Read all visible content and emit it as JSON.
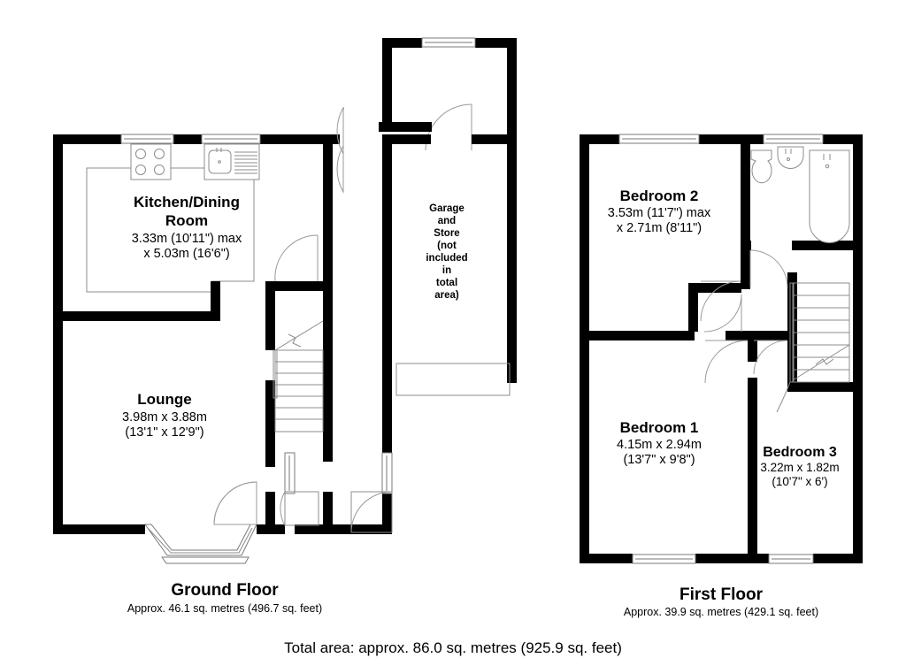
{
  "document": {
    "type": "floor-plan",
    "background_color": "#ffffff",
    "wall_color": "#000000",
    "fixture_stroke_color": "#8c8c8c"
  },
  "total": {
    "text": "Total area: approx. 86.0 sq. metres (925.9 sq. feet)"
  },
  "floors": [
    {
      "id": "ground",
      "title": "Ground Floor",
      "subtitle": "Approx. 46.1 sq. metres (496.7 sq. feet)",
      "rooms": [
        {
          "id": "kitchen-dining",
          "name_line1": "Kitchen/Dining",
          "name_line2": "Room",
          "dim_line1": "3.33m (10'11\") max",
          "dim_line2": "x 5.03m (16'6\")"
        },
        {
          "id": "lounge",
          "name_line1": "Lounge",
          "dim_line1": "3.98m x 3.88m",
          "dim_line2": "(13'1\" x 12'9\")"
        },
        {
          "id": "garage-store",
          "name_lines": [
            "Garage",
            "and",
            "Store",
            "(not",
            "included",
            "in",
            "total",
            "area)"
          ]
        }
      ]
    },
    {
      "id": "first",
      "title": "First Floor",
      "subtitle": "Approx. 39.9 sq. metres (429.1 sq. feet)",
      "rooms": [
        {
          "id": "bedroom-2",
          "name_line1": "Bedroom 2",
          "dim_line1": "3.53m (11'7\") max",
          "dim_line2": "x 2.71m (8'11\")"
        },
        {
          "id": "bedroom-1",
          "name_line1": "Bedroom 1",
          "dim_line1": "4.15m x 2.94m",
          "dim_line2": "(13'7\" x 9'8\")"
        },
        {
          "id": "bedroom-3",
          "name_line1": "Bedroom 3",
          "dim_line1": "3.22m x 1.82m",
          "dim_line2": "(10'7\" x 6')"
        },
        {
          "id": "bathroom",
          "fixtures": [
            "toilet",
            "wash-basin",
            "bathtub"
          ]
        }
      ]
    }
  ]
}
